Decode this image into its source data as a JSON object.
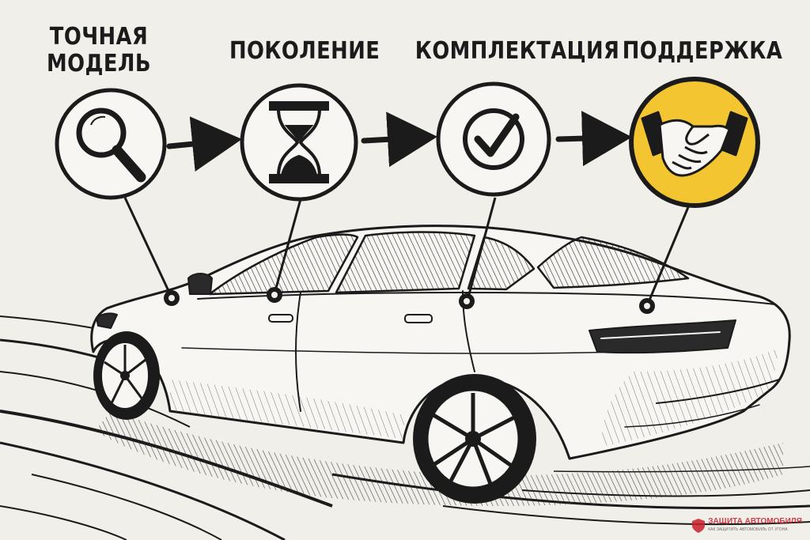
{
  "steps": [
    {
      "label": "ТОЧНАЯ МОДЕЛЬ",
      "icon": "magnifier-icon",
      "highlight": false
    },
    {
      "label": "ПОКОЛЕНИЕ",
      "icon": "hourglass-icon",
      "highlight": false
    },
    {
      "label": "КОМПЛЕКТАЦИЯ",
      "icon": "checkmark-icon",
      "highlight": false
    },
    {
      "label": "ПОДДЕРЖКА",
      "icon": "handshake-icon",
      "highlight": true
    }
  ],
  "colors": {
    "background": "#f1efea",
    "ink": "#1b1b1b",
    "highlight": "#f2c531",
    "watermark_red": "#c8202a"
  },
  "watermark": {
    "title": "ЗАЩИТА АВТОМОБИЛЯ",
    "subtitle": "КАК ЗАЩИТИТЬ АВТОМОБИЛЬ ОТ УГОНА"
  }
}
